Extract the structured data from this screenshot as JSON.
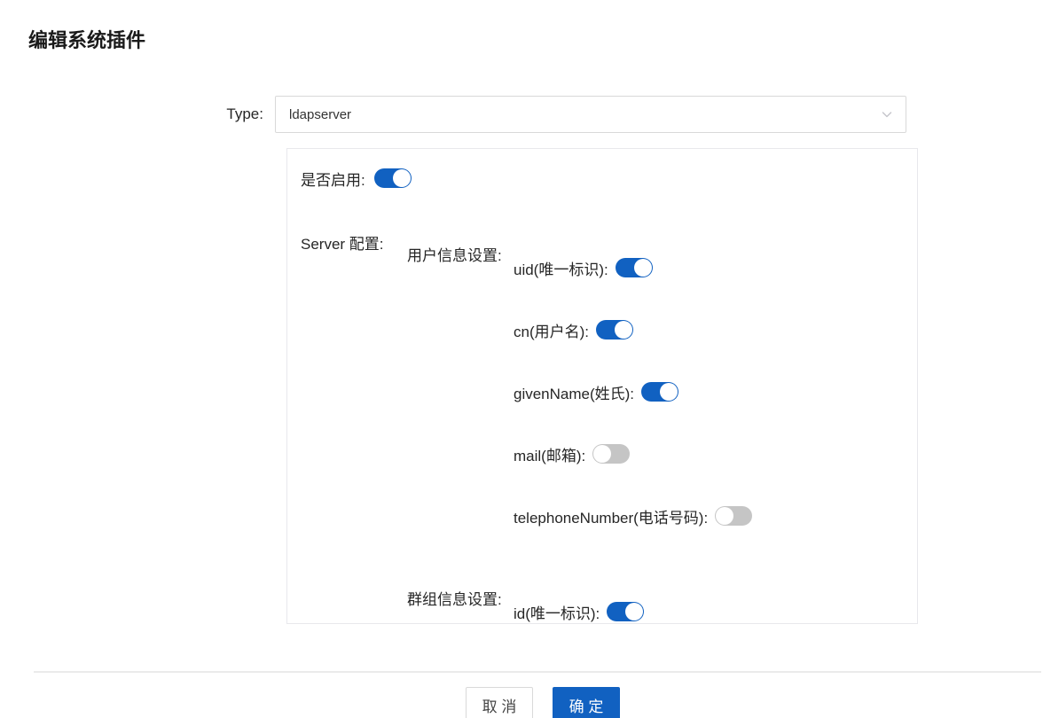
{
  "page": {
    "title": "编辑系统插件"
  },
  "form": {
    "type": {
      "label": "Type:",
      "value": "ldapserver"
    },
    "enable": {
      "label": "是否启用:",
      "on": true
    },
    "server_config": {
      "label": "Server 配置:",
      "subsections": [
        {
          "label": "用户信息设置:",
          "items": [
            {
              "label": "uid(唯一标识):",
              "on": true
            },
            {
              "label": "cn(用户名):",
              "on": true
            },
            {
              "label": "givenName(姓氏):",
              "on": true
            },
            {
              "label": "mail(邮箱):",
              "on": false
            },
            {
              "label": "telephoneNumber(电话号码):",
              "on": false
            }
          ]
        },
        {
          "label": "群组信息设置:",
          "items": [
            {
              "label": "id(唯一标识):",
              "on": true
            }
          ]
        }
      ]
    }
  },
  "footer": {
    "cancel_label": "取 消",
    "ok_label": "确 定"
  },
  "icons": {
    "select_arrow": "chevron-down-icon"
  },
  "colors": {
    "primary_blue": "#1161c1",
    "toggle_off_gray": "#c5c5c5",
    "border_gray": "#d9d9d9",
    "panel_border": "#e8e8ec",
    "divider": "#ebebeb",
    "text_dark": "#262626"
  }
}
